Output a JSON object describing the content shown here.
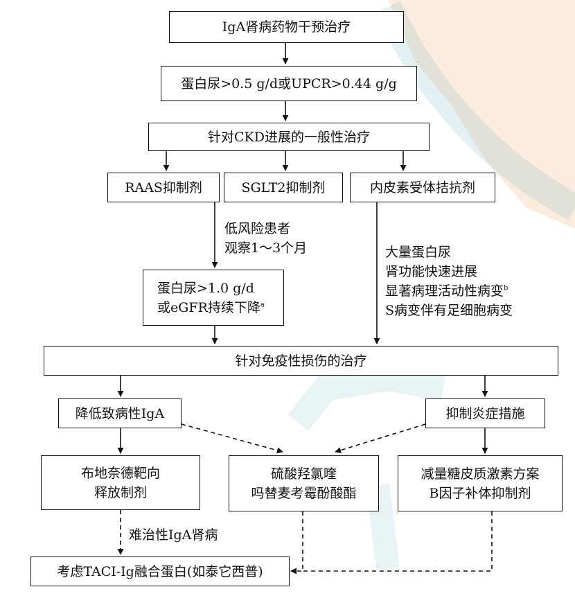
{
  "nodes": {
    "title": "IgA肾病药物干预治疗",
    "proteinuria": "蛋白尿>0.5 g/d或UPCR>0.44 g/g",
    "ckd": "针对CKD进展的一般性治疗",
    "raas": "RAAS抑制剂",
    "sglt2": "SGLT2抑制剂",
    "endothelin": "内皮素受体拮抗剂",
    "risk_line1": "蛋白尿>1.0 g/d",
    "risk_line2": "或eGFR持续下降",
    "risk_sup": "a",
    "immune": "针对免疫性损伤的治疗",
    "lower_iga": "降低致病性IgA",
    "inflammation": "抑制炎症措施",
    "budesonide_line1": "布地奈德靶向",
    "budesonide_line2": "释放制剂",
    "hcq_line1": "硫酸羟氯喹",
    "hcq_line2": "吗替麦考霉酚酸酯",
    "steroid_line1": "减量糖皮质激素方案",
    "steroid_line2": "B因子补体抑制剂",
    "taci": "考虑TACI-Ig融合蛋白(如泰它西普)"
  },
  "labels": {
    "low_risk_line1": "低风险患者",
    "low_risk_line2": "观察1～3个月",
    "high_risk_line1": "大量蛋白尿",
    "high_risk_line2": "肾功能快速进展",
    "high_risk_line3": "显著病理活动性病变",
    "high_risk_sup": "b",
    "high_risk_line4": "S病变伴有足细胞病变",
    "refractory": "难治性IgA肾病"
  },
  "colors": {
    "line": "#111111",
    "watermark_blue": "#5aa9b8",
    "watermark_orange": "#f0a86a"
  }
}
